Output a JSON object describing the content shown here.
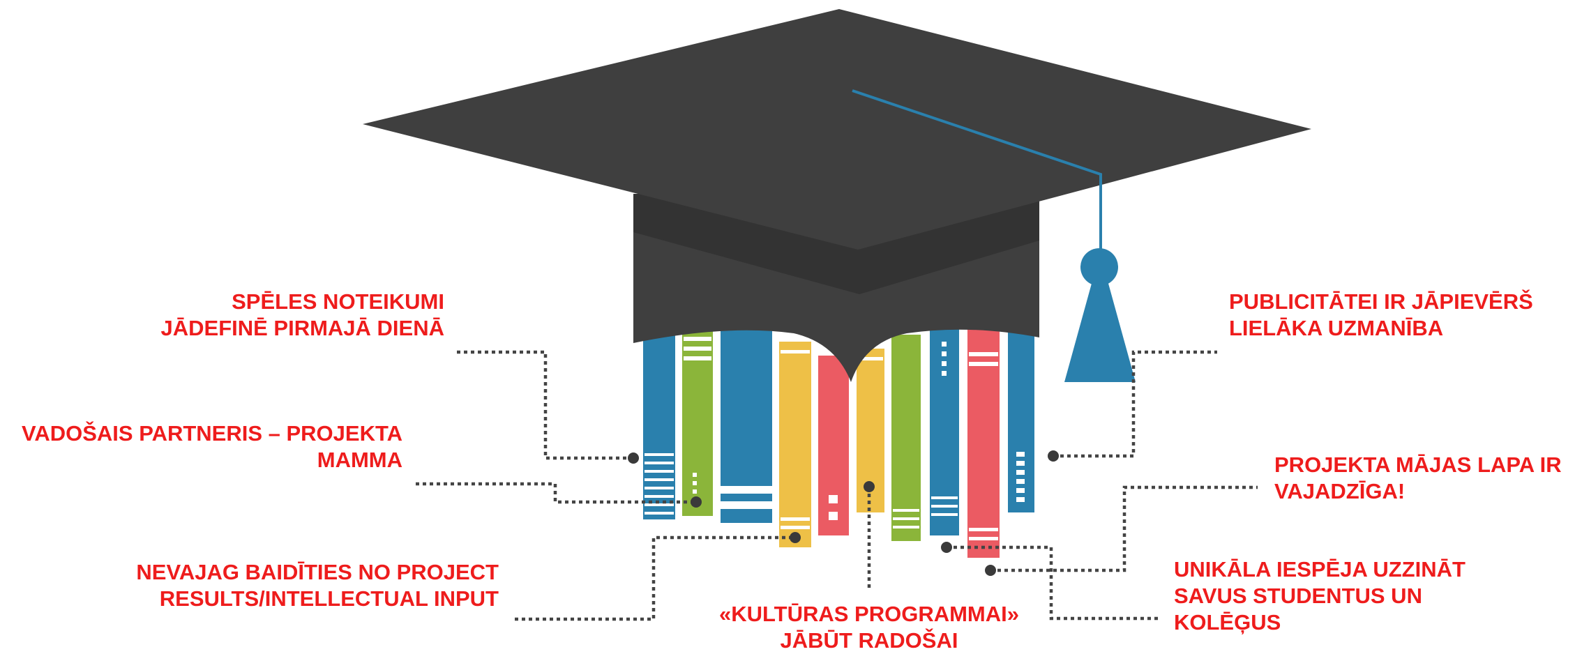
{
  "colors": {
    "label_text": "#ee1c1c",
    "cap_dark": "#3f3f3f",
    "cap_band": "#333333",
    "tassel": "#2a80ad",
    "book_blue": "#2a80ad",
    "book_green": "#8bb53a",
    "book_yellow": "#eec047",
    "book_red": "#eb5b63",
    "leader": "#444444"
  },
  "icons": [
    "graduation-cap-icon",
    "books-icon",
    "tassel-icon"
  ],
  "labels": {
    "rules": [
      "SPĒLES NOTEIKUMI",
      "JĀDEFINĒ PIRMAJĀ DIENĀ"
    ],
    "lead_partner": [
      "VADOŠAIS PARTNERIS – PROJEKTA",
      "MAMMA"
    ],
    "project_results": [
      "NEVAJAG BAIDĪTIES NO PROJECT",
      "RESULTS/INTELLECTUAL INPUT"
    ],
    "culture": [
      "«KULTŪRAS PROGRAMMAI»",
      "JĀBŪT RADOŠAI"
    ],
    "publicity": [
      "PUBLICITĀTEI IR JĀPIEVĒRŠ",
      "LIELĀKA UZMANĪBA"
    ],
    "website": [
      "PROJEKTA MĀJAS LAPA IR",
      "VAJADZĪGA!"
    ],
    "unique": [
      "UNIKĀLA IESPĒJA UZZINĀT",
      "SAVUS STUDENTUS UN",
      "KOLĒĢUS"
    ]
  }
}
